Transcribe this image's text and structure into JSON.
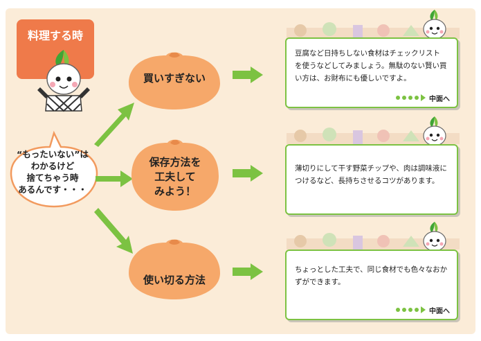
{
  "header": {
    "title": "料理する時"
  },
  "speech": {
    "lines": [
      "“もったいない”は",
      "わかるけど",
      "捨てちゃう時",
      "あるんです・・・"
    ]
  },
  "topics": [
    {
      "lines": [
        "買いすぎない"
      ]
    },
    {
      "lines": [
        "保存方法を",
        "工夫して",
        "みよう！"
      ]
    },
    {
      "lines": [
        "使い切る方法"
      ]
    }
  ],
  "cards": [
    {
      "lines": [
        "豆腐など日持ちしない食材はチェックリスト",
        "を使うなどしてみましょう。無駄のない賢い買",
        "い方は、お財布にも優しいですよ。"
      ],
      "more_label": "中面へ"
    },
    {
      "lines": [
        "薄切りにして干す野菜チップや、肉は調味液に",
        "つけるなど、長持ちさせるコツがあります。"
      ]
    },
    {
      "lines": [
        "ちょっとした工夫で、同じ食材でも色々なおか",
        "ずができます。"
      ],
      "more_label": "中面へ"
    }
  ],
  "colors": {
    "accent_orange": "#ef7a4a",
    "topic_orange": "#f6a86a",
    "green": "#7cc242",
    "background": "#fbecd8"
  },
  "icons": [
    "onion-mascot-icon",
    "green-arrow-icon",
    "vegetable-illustration-icon"
  ]
}
